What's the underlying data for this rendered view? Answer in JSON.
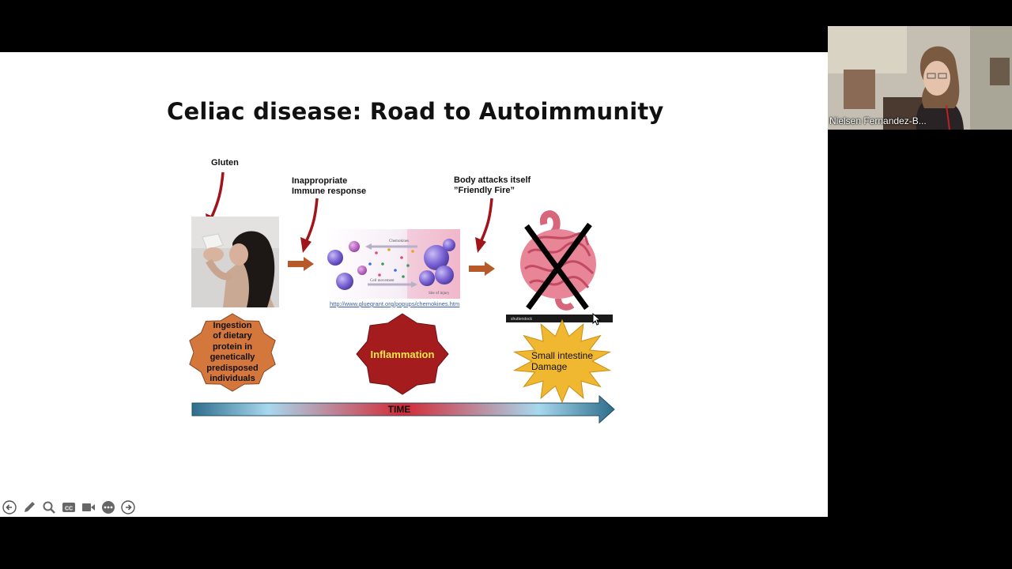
{
  "slide": {
    "title": "Celiac disease: Road to Autoimmunity",
    "labels": {
      "gluten": "Gluten",
      "immune_line1": "Inappropriate",
      "immune_line2": "Immune response",
      "attack_line1": "Body attacks itself",
      "attack_line2": "”Friendly Fire”"
    },
    "cells_image": {
      "text_chemokines": "Chemokines",
      "text_cell_movement": "Cell movement",
      "text_site_of_injury": "Site of injury"
    },
    "url": "http://www.gluegrant.org/popups/chemokines.htm",
    "watermark": "shutterstock",
    "stages": [
      {
        "text_lines": [
          "Ingestion",
          "of dietary",
          "protein in",
          "genetically",
          "predisposed",
          "individuals"
        ],
        "color": "#d4773c"
      },
      {
        "text": "Inflammation",
        "color": "#a51c1f",
        "text_color": "#f7e54a"
      },
      {
        "text_lines": [
          "Small intestine",
          "Damage"
        ],
        "color": "#f0b731"
      }
    ],
    "timeline_label": "TIME",
    "colors": {
      "red_arrow": "#a0141a",
      "orange_arrow": "#b8592a",
      "timeline_edge": "#2e6d8c",
      "timeline_mid": "#d42a36"
    }
  },
  "toolbar": {
    "buttons": [
      "back-arrow-icon",
      "pen-icon",
      "zoom-icon",
      "cc-icon",
      "video-icon",
      "more-icon",
      "forward-arrow-icon"
    ],
    "cc_label": "CC"
  },
  "video": {
    "participant_name": "Nielsen Fernandez-B..."
  }
}
